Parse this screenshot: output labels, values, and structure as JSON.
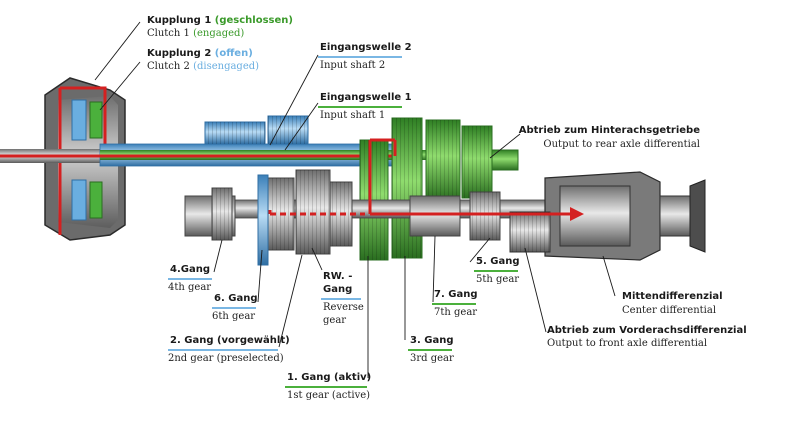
{
  "labels": {
    "clutch1": {
      "de_main": "Kupplung 1",
      "de_state": "(geschlossen)",
      "en_main": "Clutch 1",
      "en_state": "(engaged)"
    },
    "clutch2": {
      "de_main": "Kupplung 2",
      "de_state": "(offen)",
      "en_main": "Clutch 2",
      "en_state": "(disengaged)"
    },
    "input2": {
      "de": "Eingangswelle 2",
      "en": "Input shaft 2"
    },
    "input1": {
      "de": "Eingangswelle 1",
      "en": "Input shaft 1"
    },
    "rear_output": {
      "de": "Abtrieb zum Hinterachsgetriebe",
      "en": "Output to rear axle differential"
    },
    "center_diff": {
      "de": "Mittendifferenzial",
      "en": "Center differential"
    },
    "front_output": {
      "de": "Abtrieb zum Vorderachsdifferenzial",
      "en": "Output to front axle differential"
    },
    "gear4": {
      "de": "4.Gang",
      "en": "4th gear"
    },
    "gear6": {
      "de": "6. Gang",
      "en": "6th gear"
    },
    "reverse": {
      "de_line1": "RW. -",
      "de_line2": "Gang",
      "en_line1": "Reverse",
      "en_line2": "gear"
    },
    "gear5": {
      "de": "5. Gang",
      "en": "5th gear"
    },
    "gear7": {
      "de": "7. Gang",
      "en": "7th gear"
    },
    "gear2": {
      "de": "2. Gang (vorgewählt)",
      "en": "2nd gear (preselected)"
    },
    "gear3": {
      "de": "3. Gang",
      "en": "3rd gear"
    },
    "gear1": {
      "de": "1. Gang (aktiv)",
      "en": "1st gear (active)"
    }
  },
  "colors": {
    "green_shaft": "#4bb03c",
    "blue_shaft": "#6aaee0",
    "power_flow": "#d42020",
    "steel": "#9a9a9a",
    "dark": "#3a3a3a"
  }
}
